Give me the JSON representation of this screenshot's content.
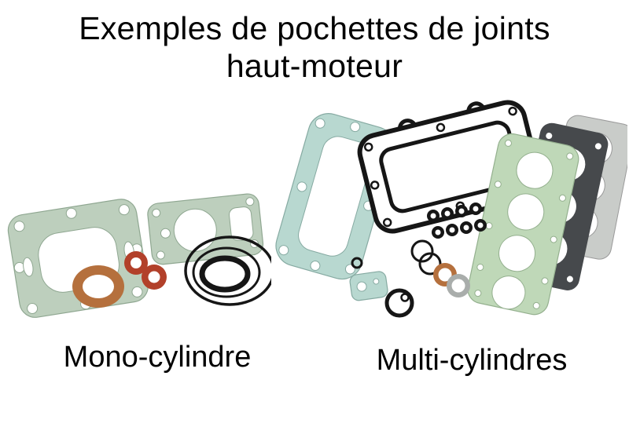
{
  "title": {
    "line1": "Exemples de pochettes de joints",
    "line2": "haut-moteur"
  },
  "captions": {
    "left": "Mono-cylindre",
    "right": "Multi-cylindres"
  },
  "colors": {
    "gasket_green": "#bdcfbd",
    "gasket_green_stroke": "#8fa791",
    "gasket_teal": "#b8d8d0",
    "gasket_teal_stroke": "#86aaa2",
    "gasket_head_green": "#bfd8b8",
    "gasket_head_green_stroke": "#94b08e",
    "copper": "#b5703d",
    "rust": "#b2402a",
    "black_part": "#161616",
    "dark_gasket": "#46494c",
    "grey_metal": "#c9ccc9",
    "steel": "#a9adab"
  }
}
